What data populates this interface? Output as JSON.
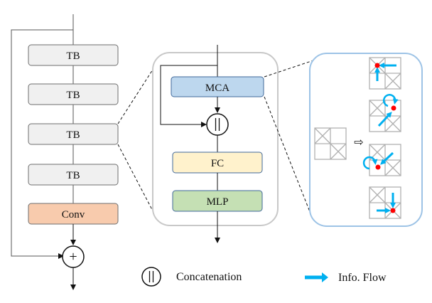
{
  "left_stack": {
    "blocks": [
      {
        "label": "TB",
        "fill": "#f0f0f0",
        "stroke": "#6e6e6e"
      },
      {
        "label": "TB",
        "fill": "#f0f0f0",
        "stroke": "#6e6e6e"
      },
      {
        "label": "TB",
        "fill": "#f0f0f0",
        "stroke": "#6e6e6e"
      },
      {
        "label": "TB",
        "fill": "#f0f0f0",
        "stroke": "#6e6e6e"
      },
      {
        "label": "Conv",
        "fill": "#f8cbad",
        "stroke": "#6e6e6e"
      }
    ],
    "sum_symbol": "+"
  },
  "tb_detail": {
    "border_color": "#c8c8c8",
    "blocks": [
      {
        "label": "MCA",
        "fill": "#bdd7ee",
        "stroke": "#41689a"
      },
      {
        "label": "FC",
        "fill": "#fff2cc",
        "stroke": "#41689a"
      },
      {
        "label": "MLP",
        "fill": "#c5e0b4",
        "stroke": "#41689a"
      }
    ],
    "concat_symbol": "||"
  },
  "mca_detail": {
    "border_color": "#9dc3e6",
    "implies_symbol": "⇨",
    "grid_color": "#b0b0b0",
    "focus_color": "#ff0000",
    "flow_color": "#00b0f0"
  },
  "legend": {
    "concat_label": "Concatenation",
    "flow_label": "Info. Flow"
  }
}
